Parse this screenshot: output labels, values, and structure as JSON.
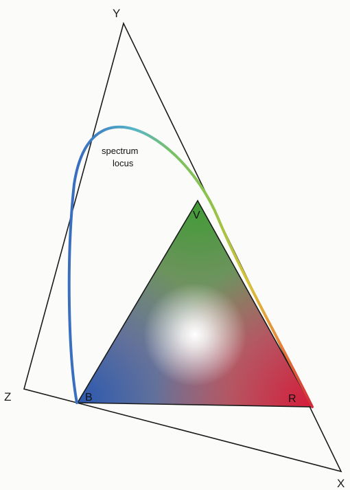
{
  "diagram": {
    "outer_vertices": {
      "y": "Y",
      "z": "Z",
      "x": "X"
    },
    "inner_vertices": {
      "v": "V",
      "b": "B",
      "r": "R"
    },
    "locus_label": {
      "line1": "spectrum",
      "line2": "locus"
    }
  },
  "colors": {
    "outline": "#1a1a1a",
    "background": "#fbfbf9",
    "green": "#4aa63c",
    "blue": "#2f5fae",
    "red": "#d21f3c",
    "white_point": "#ffffff"
  }
}
